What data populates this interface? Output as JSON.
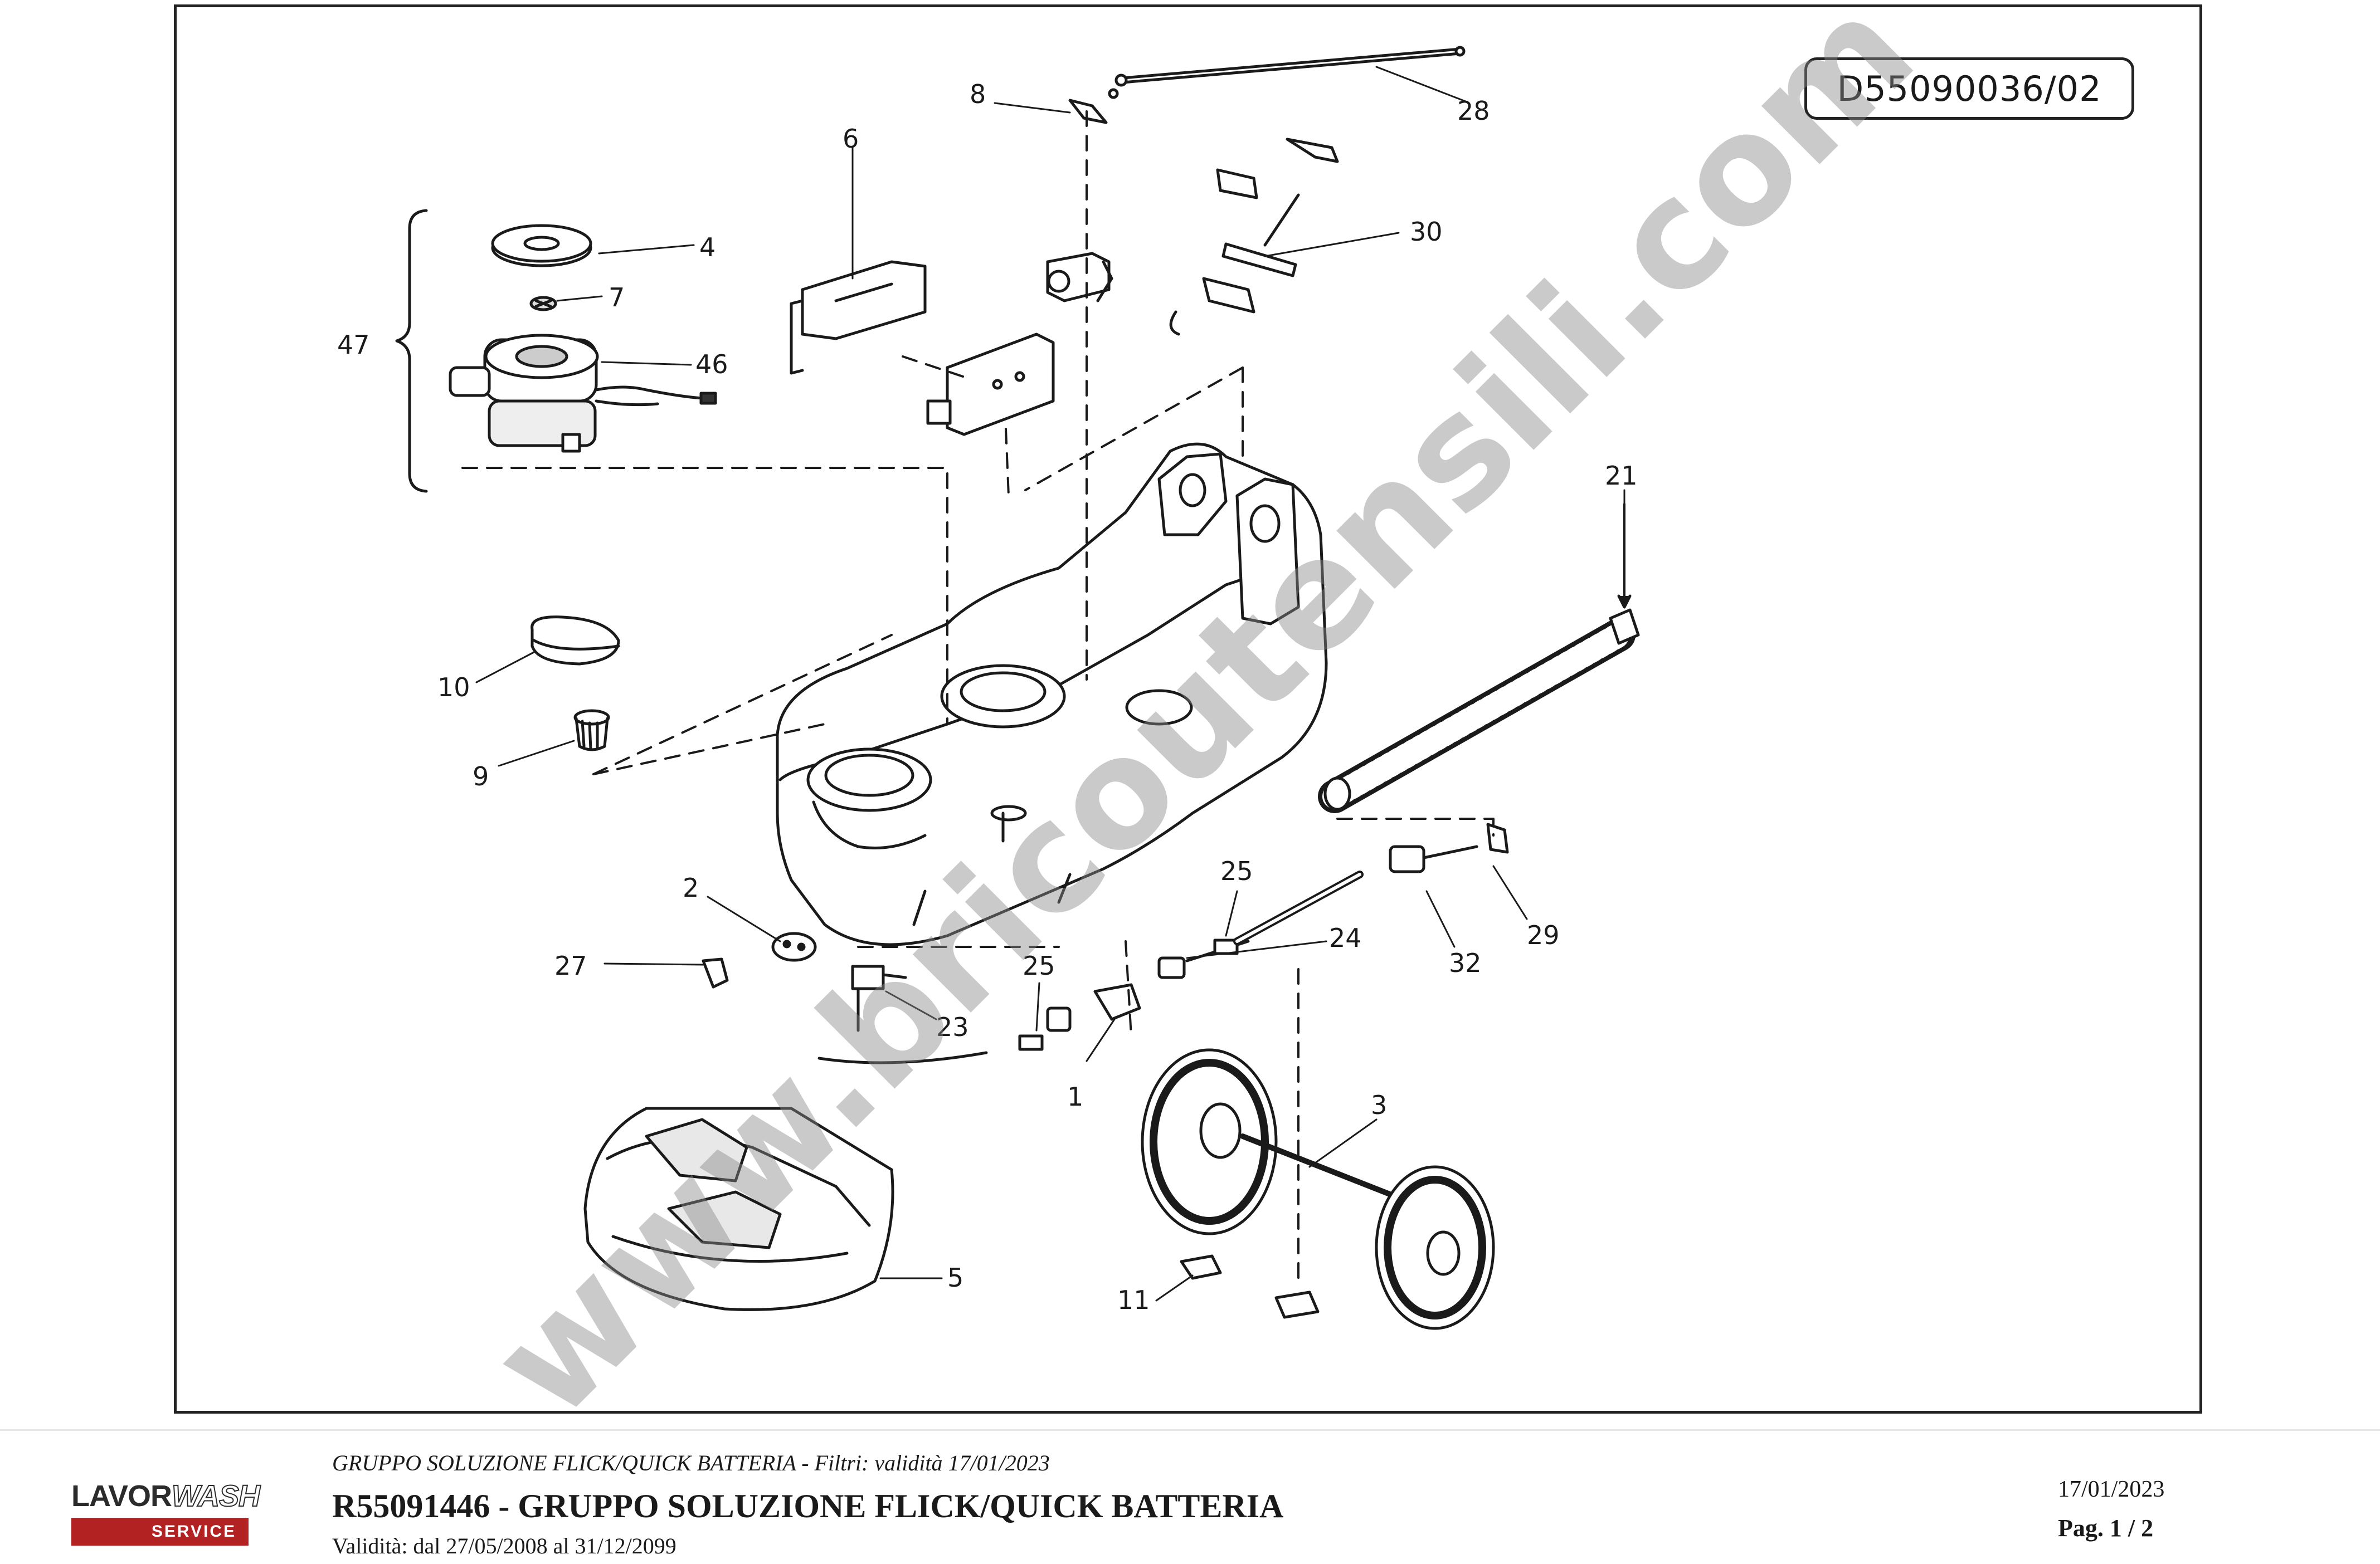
{
  "diagram": {
    "code": "D55090036/02",
    "part_labels": [
      {
        "id": "p1",
        "text": "1"
      },
      {
        "id": "p2",
        "text": "2"
      },
      {
        "id": "p3",
        "text": "3"
      },
      {
        "id": "p4",
        "text": "4"
      },
      {
        "id": "p5",
        "text": "5"
      },
      {
        "id": "p6",
        "text": "6"
      },
      {
        "id": "p7",
        "text": "7"
      },
      {
        "id": "p8",
        "text": "8"
      },
      {
        "id": "p9",
        "text": "9"
      },
      {
        "id": "p10",
        "text": "10"
      },
      {
        "id": "p11",
        "text": "11"
      },
      {
        "id": "p21",
        "text": "21"
      },
      {
        "id": "p23",
        "text": "23"
      },
      {
        "id": "p24",
        "text": "24"
      },
      {
        "id": "p25a",
        "text": "25"
      },
      {
        "id": "p25b",
        "text": "25"
      },
      {
        "id": "p27",
        "text": "27"
      },
      {
        "id": "p28",
        "text": "28"
      },
      {
        "id": "p29",
        "text": "29"
      },
      {
        "id": "p30",
        "text": "30"
      },
      {
        "id": "p32",
        "text": "32"
      },
      {
        "id": "p46",
        "text": "46"
      },
      {
        "id": "p47",
        "text": "47"
      }
    ],
    "watermark": "www.bricoutensili.com"
  },
  "footer": {
    "filter_line": "GRUPPO SOLUZIONE FLICK/QUICK BATTERIA - Filtri: validità 17/01/2023",
    "title": "R55091446 - GRUPPO SOLUZIONE FLICK/QUICK BATTERIA",
    "validity": "Validità: dal 27/05/2008 al 31/12/2099",
    "date": "17/01/2023",
    "page": "Pag. 1 / 2"
  },
  "logo": {
    "brand_a": "LAVOR",
    "brand_b": "WASH",
    "service": "SERVICE",
    "bar_color": "#b22222"
  }
}
